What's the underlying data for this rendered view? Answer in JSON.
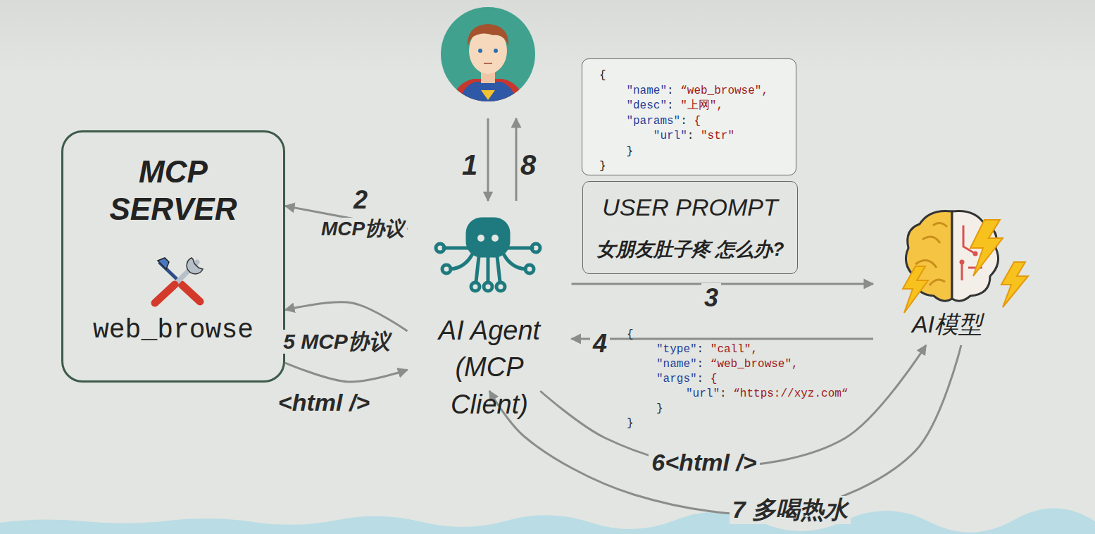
{
  "diagram": {
    "nodes": [
      {
        "text": [
          "MCP SERVER",
          "web_browse"
        ]
      },
      {
        "text": [
          "AI Agent (MCP Client)"
        ]
      },
      {
        "text": [
          "{",
          "\"name\": “web_browse\",",
          "\"desc\": \"上网\",",
          "\"params\": {",
          "\"url\": \"str\"",
          "}",
          "}"
        ]
      },
      {
        "text": [
          "USER PROMPT",
          "女朋友肚子疼 怎么办?"
        ]
      },
      {
        "text": [
          "AI模型"
        ]
      }
    ],
    "edges": [
      {
        "from": 0,
        "to": 1,
        "arrow": "both",
        "label": "2"
      },
      {
        "from": 1,
        "to": 4,
        "arrow": "to",
        "label": "3"
      },
      {
        "from": 4,
        "to": 1,
        "arrow": "to",
        "label": "4"
      },
      {
        "from": 1,
        "to": 0,
        "arrow": "to",
        "label": "5 MCP协议"
      },
      {
        "from": 0,
        "to": 1,
        "arrow": "to",
        "label": "<html />"
      },
      {
        "from": 1,
        "to": 4,
        "arrow": "to",
        "label": "6<html />"
      },
      {
        "from": 4,
        "to": 1,
        "arrow": "to",
        "label": "7 多喝热水"
      }
    ],
    "labels": [
      "1",
      "8",
      "MCP协议",
      "{",
      "\"type\": \"call\",",
      "\"name\": “web_browse\",",
      "\"args\": {",
      "\"url\": “https://xyz.com“",
      "}",
      "}"
    ]
  }
}
